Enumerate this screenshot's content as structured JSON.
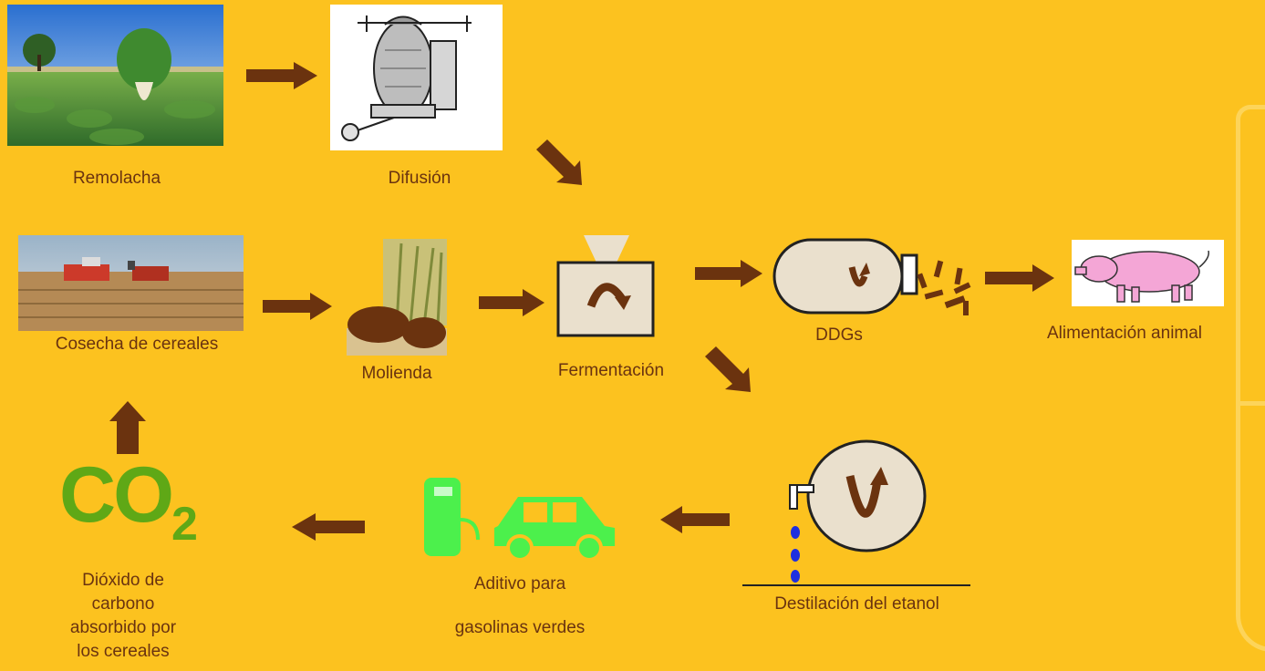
{
  "steps": {
    "remolacha": "Remolacha",
    "difusion": "Difusión",
    "cosecha": "Cosecha de cereales",
    "molienda": "Molienda",
    "fermentacion": "Fermentación",
    "ddgs": "DDGs",
    "alimentacion": "Alimentación animal",
    "destilacion": "Destilación del etanol",
    "aditivo_line1": "Aditivo para",
    "aditivo_line2": "gasolinas verdes",
    "co2_label_line1": "Dióxido de",
    "co2_label_line2": "carbono",
    "co2_label_line3": "absorbido por",
    "co2_label_line4": "los cereales"
  },
  "co2": {
    "main": "CO",
    "subscript": "2"
  },
  "colors": {
    "background": "#fcc21f",
    "arrow": "#6b330f",
    "label": "#6a3310",
    "co2_green": "#5fa816",
    "car_green": "#4cf04c"
  },
  "icons": [
    "sugar-beet-field-photo",
    "diffusion-apparatus-drawing",
    "combine-harvester-photo",
    "wheat-grain-photo",
    "fermentation-tank-icon",
    "ddgs-drum-icon",
    "pig-drawing",
    "distillation-still-icon",
    "fuel-pump-icon",
    "car-icon"
  ]
}
